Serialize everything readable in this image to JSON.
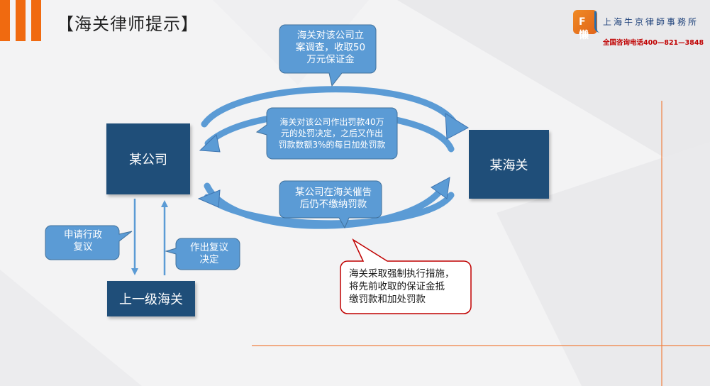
{
  "header": {
    "title": "【海关律师提示】"
  },
  "logo": {
    "mark": "F 懒",
    "firm_name": "上海牛京律師事務所",
    "hotline": "全国咨询电话400—821—3848"
  },
  "nodes": {
    "company": "某公司",
    "customs": "某海关",
    "superior": "上一级海关"
  },
  "callouts": {
    "investigation": [
      "海关对该公司立",
      "案调查，收取50",
      "万元保证金"
    ],
    "penalty": [
      "海关对该公司作出罚款40万",
      "元的处罚决定，之后又作出",
      "罚款数额3%的每日加处罚款"
    ],
    "not_paid": [
      "某公司在海关催告",
      "后仍不缴纳罚款"
    ],
    "apply_review": [
      "申请行政",
      "复议"
    ],
    "review_decision": [
      "作出复议",
      "决定"
    ],
    "enforcement": [
      "海关采取强制执行措施，",
      "将先前收取的保证金抵",
      "缴罚款和加处罚款"
    ]
  },
  "colors": {
    "box": "#1f4e79",
    "callout": "#5b9bd5",
    "arrow": "#5b9bd5",
    "accent": "#f06a10",
    "alert_border": "#c00000",
    "hotline": "#c00000"
  }
}
